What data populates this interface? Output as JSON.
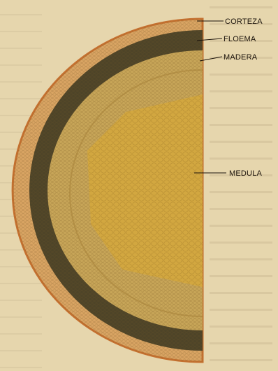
{
  "labels": {
    "corteza": "CORTEZA",
    "floema": "FLOEMA",
    "madera": "MADERA",
    "medula": "MEDULA"
  },
  "colors": {
    "paper": "#e6d6ad",
    "bark_edge": "#c4702f",
    "bark": "#d9a463",
    "phloem": "#4e4428",
    "wood": "#c7a558",
    "pith": "#d2a740",
    "ink": "#1a120a"
  }
}
